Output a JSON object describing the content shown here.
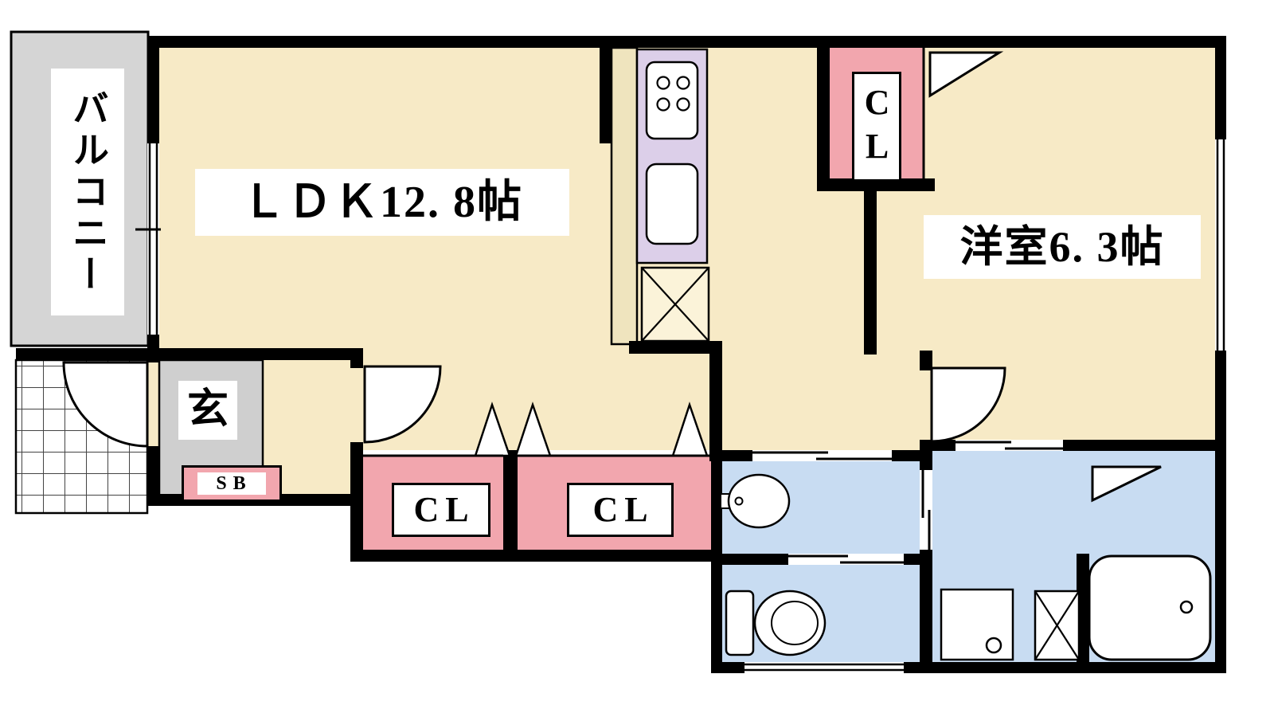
{
  "rooms": {
    "balcony": {
      "label": "バルコニー"
    },
    "ldk": {
      "label": "ＬＤＫ12. 8帖"
    },
    "western": {
      "label": "洋室6. 3帖"
    },
    "closet_top": {
      "label": "CL"
    },
    "entrance": {
      "label": "玄"
    },
    "shoe_box": {
      "label": "SB"
    },
    "closet_a": {
      "label": "CL"
    },
    "closet_b": {
      "label": "CL"
    }
  },
  "colors": {
    "floor": "#F7EAC6",
    "wall": "#000000",
    "closet_pink": "#F2A6AE",
    "kitchen_counter_purple": "#DCCFE9",
    "kitchen_strip_beige": "#EFE4BE",
    "wet_area_blue": "#C8DCF2",
    "balcony_gray": "#D5D5D5",
    "entrance_gray": "#CFCFCF"
  }
}
